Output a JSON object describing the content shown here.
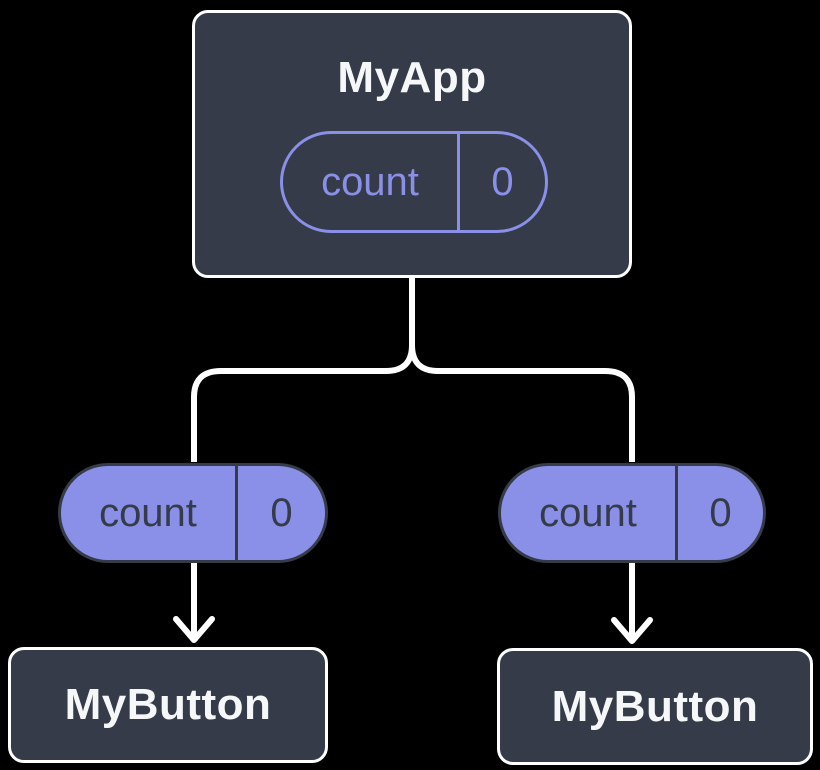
{
  "colors": {
    "background": "#000000",
    "component_fill": "#353b48",
    "component_border": "#ffffff",
    "component_text": "#f6f7f9",
    "accent_purple": "#8a90e8",
    "pill_dark_text": "#353b48",
    "connector_line": "#ffffff"
  },
  "tree": {
    "root": {
      "title": "MyApp",
      "state_pill": {
        "label": "count",
        "value": "0"
      }
    },
    "children": [
      {
        "title": "MyButton",
        "prop_pill": {
          "label": "count",
          "value": "0"
        }
      },
      {
        "title": "MyButton",
        "prop_pill": {
          "label": "count",
          "value": "0"
        }
      }
    ]
  }
}
